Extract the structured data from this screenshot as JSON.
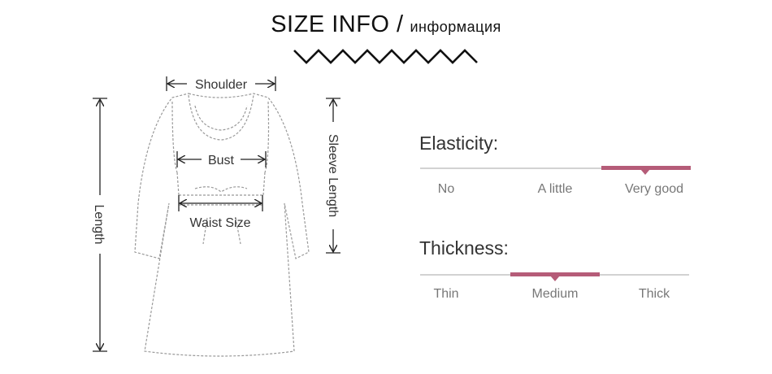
{
  "header": {
    "title_en": "SIZE INFO",
    "separator": "/",
    "title_ru": "информация"
  },
  "diagram": {
    "labels": {
      "shoulder": "Shoulder",
      "bust": "Bust",
      "waist": "Waist Size",
      "length": "Length",
      "sleeve": "Sleeve Length"
    }
  },
  "elasticity": {
    "title": "Elasticity:",
    "options": [
      "No",
      "A little",
      "Very good"
    ],
    "selected": "Very good"
  },
  "thickness": {
    "title": "Thickness:",
    "options": [
      "Thin",
      "Medium",
      "Thick"
    ],
    "selected": "Medium"
  },
  "colors": {
    "accent": "#b55c78",
    "line": "#b8b8b8",
    "outline": "#999999",
    "ink": "#333333"
  }
}
